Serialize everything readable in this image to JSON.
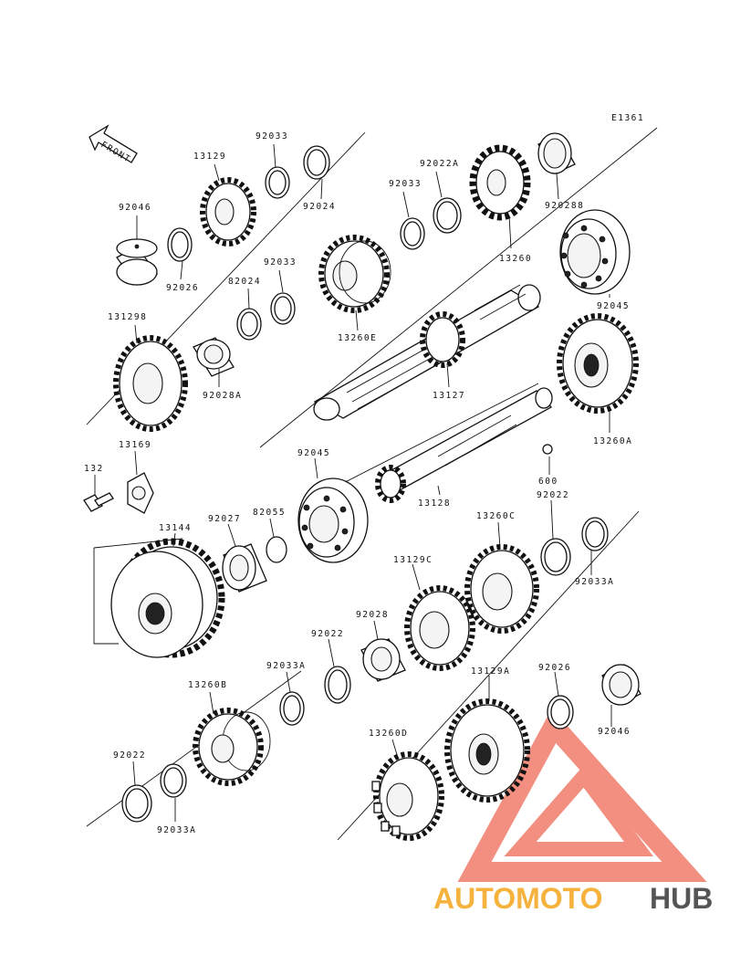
{
  "diagram": {
    "code": "E1361",
    "front_label": "FRONT",
    "parts": [
      {
        "id": "p92033a",
        "label": "92033"
      },
      {
        "id": "p13129",
        "label": "13129"
      },
      {
        "id": "p92024a",
        "label": "92024"
      },
      {
        "id": "p92022A",
        "label": "92022A"
      },
      {
        "id": "p92033b",
        "label": "92033"
      },
      {
        "id": "p92046a",
        "label": "92046"
      },
      {
        "id": "p92026a",
        "label": "92026"
      },
      {
        "id": "p920288",
        "label": "920288"
      },
      {
        "id": "p13260",
        "label": "13260"
      },
      {
        "id": "p82024",
        "label": "82024"
      },
      {
        "id": "p92033c",
        "label": "92033"
      },
      {
        "id": "p13260E",
        "label": "13260E"
      },
      {
        "id": "p92045a",
        "label": "92045"
      },
      {
        "id": "p131298",
        "label": "131298"
      },
      {
        "id": "p92028A",
        "label": "92028A"
      },
      {
        "id": "p13127",
        "label": "13127"
      },
      {
        "id": "p13260A",
        "label": "13260A"
      },
      {
        "id": "p13169",
        "label": "13169"
      },
      {
        "id": "p132",
        "label": "132"
      },
      {
        "id": "p92045b",
        "label": "92045"
      },
      {
        "id": "p600",
        "label": "600"
      },
      {
        "id": "p13128",
        "label": "13128"
      },
      {
        "id": "p92022a",
        "label": "92022"
      },
      {
        "id": "p13260C",
        "label": "13260C"
      },
      {
        "id": "p13144",
        "label": "13144"
      },
      {
        "id": "p92027",
        "label": "92027"
      },
      {
        "id": "p82055",
        "label": "82055"
      },
      {
        "id": "p13129C",
        "label": "13129C"
      },
      {
        "id": "p92033A1",
        "label": "92033A"
      },
      {
        "id": "p92028",
        "label": "92028"
      },
      {
        "id": "p92022b",
        "label": "92022"
      },
      {
        "id": "p92033A2",
        "label": "92033A"
      },
      {
        "id": "p13260B",
        "label": "13260B"
      },
      {
        "id": "p13129A",
        "label": "13129A"
      },
      {
        "id": "p92026b",
        "label": "92026"
      },
      {
        "id": "p92046b",
        "label": "92046"
      },
      {
        "id": "p92022c",
        "label": "92022"
      },
      {
        "id": "p13260D",
        "label": "13260D"
      },
      {
        "id": "p92033A3",
        "label": "92033A"
      }
    ]
  },
  "watermark": {
    "brand_part1": "AUTOMOTO",
    "brand_part2": "HUB",
    "color_primary": "#f07c6a",
    "color_secondary": "#f5b23c",
    "color_dark": "#555555"
  }
}
